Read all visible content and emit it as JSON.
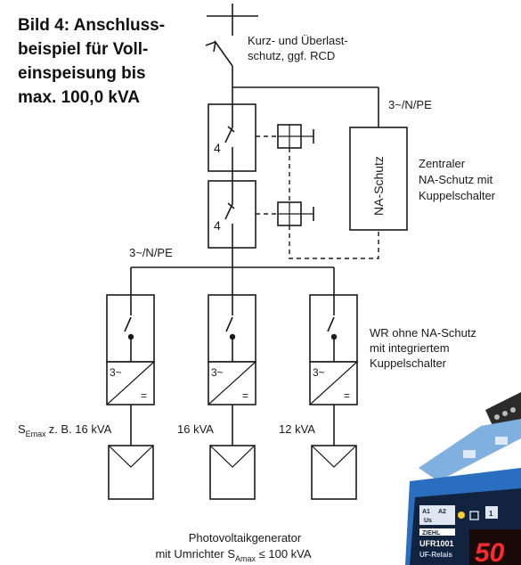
{
  "title_lines": [
    "Bild 4: Anschluss-",
    "beispiel für Voll-",
    "einspeisung bis",
    "max. 100,0 kVA"
  ],
  "protection_label": [
    "Kurz- und Überlast-",
    "schutz, ggf. RCD"
  ],
  "bus_label_top": "3~/N/PE",
  "bus_label_mid": "3~/N/PE",
  "na_box_label": "NA-Schutz",
  "na_desc": [
    "Zentraler",
    "NA-Schutz mit",
    "Kuppelschalter"
  ],
  "switch_count_label": "4",
  "inverter_desc": [
    "WR ohne NA-Schutz",
    "mit integriertem",
    "Kuppelschalter"
  ],
  "inverter_ac_symbol": "3~",
  "inverter_dc_symbol": "=",
  "inverters": [
    {
      "s_symbol": "S",
      "s_sub": "Emax",
      "power": "z. B. 16 kVA"
    },
    {
      "power": "16 kVA"
    },
    {
      "power": "12 kVA"
    }
  ],
  "pv_label": {
    "line1": "Photovoltaikgenerator",
    "line2_prefix": "mit Umrichter S",
    "line2_sub": "Amax",
    "line2_suffix": " ≤ 100 kVA"
  },
  "device": {
    "a1": "A1",
    "a2": "A2",
    "us": "Us",
    "brand": "ZIEHL",
    "model": "UFR1001",
    "sub": "UF-Relais",
    "display": "50",
    "port": "1"
  },
  "colors": {
    "device_blue": "#2a6fbf",
    "device_dark": "#12233f",
    "display_red": "#ff2a2a",
    "device_top": "#7fb0e0"
  }
}
